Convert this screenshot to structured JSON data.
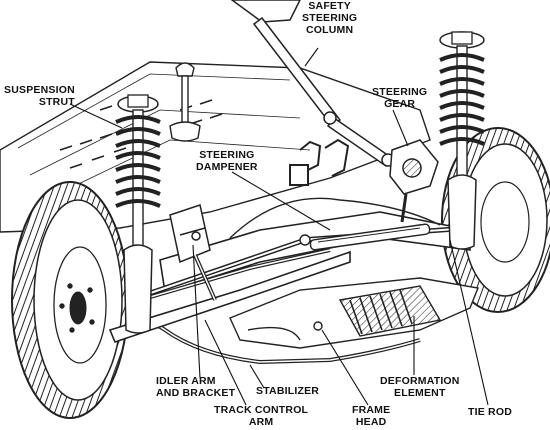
{
  "labels": {
    "safety_steering_column": [
      "SAFETY",
      "STEERING",
      "COLUMN"
    ],
    "suspension_strut": [
      "SUSPENSION",
      "STRUT"
    ],
    "steering_gear": [
      "STEERING",
      "GEAR"
    ],
    "steering_dampener": [
      "STEERING",
      "DAMPENER"
    ],
    "idler_arm": [
      "IDLER ARM",
      "AND BRACKET"
    ],
    "stabilizer": [
      "STABILIZER"
    ],
    "deformation_element": [
      "DEFORMATION",
      "ELEMENT"
    ],
    "track_control_arm": [
      "TRACK CONTROL",
      "ARM"
    ],
    "frame_head": [
      "FRAME",
      "HEAD"
    ],
    "tie_rod": [
      "TIE ROD"
    ]
  },
  "colors": {
    "ink": "#111111",
    "background": "#ffffff"
  }
}
